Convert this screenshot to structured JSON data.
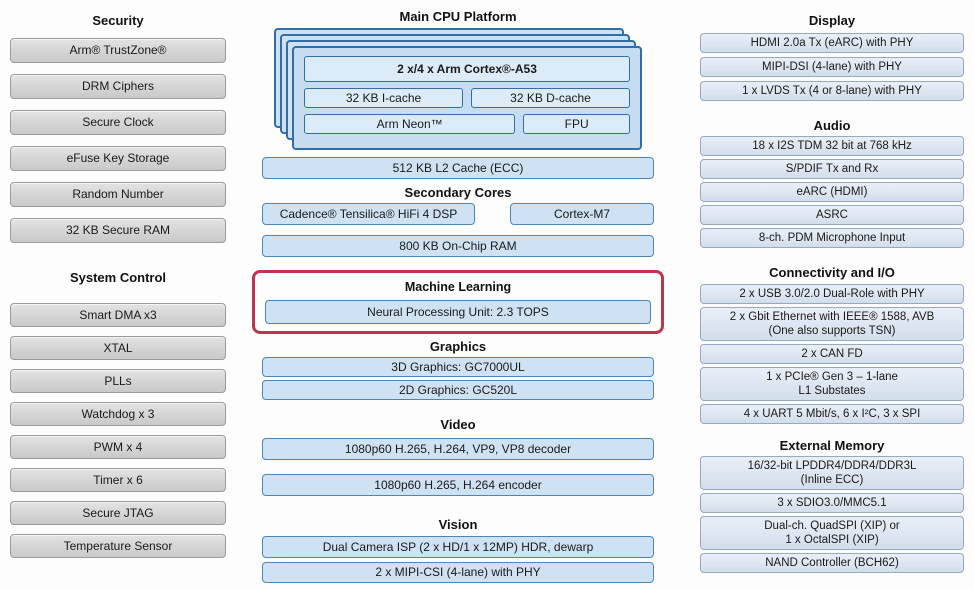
{
  "colors": {
    "accent_red": "#c0344d",
    "blue_fill": "#cfe2f3",
    "blue_border": "#4c86b8",
    "blue_dark": "#2f6ea8",
    "blue_inner_fill": "#dcebf8",
    "gray_fill_top": "#e3e3e3",
    "gray_fill_bottom": "#c9c9c9",
    "gray_border": "#9b9b9b",
    "right_fill_top": "#e9eff7",
    "right_fill_bottom": "#d3deeb",
    "right_border": "#97a9bd"
  },
  "left": {
    "sections": [
      {
        "title": "Security",
        "items": [
          "Arm® TrustZone®",
          "DRM Ciphers",
          "Secure Clock",
          "eFuse Key Storage",
          "Random Number",
          "32 KB Secure RAM"
        ]
      },
      {
        "title": "System Control",
        "items": [
          "Smart DMA x3",
          "XTAL",
          "PLLs",
          "Watchdog x 3",
          "PWM x 4",
          "Timer x 6",
          "Secure JTAG",
          "Temperature Sensor"
        ]
      }
    ]
  },
  "center": {
    "cpu": {
      "title": "Main CPU Platform",
      "core": "2 x/4 x Arm Cortex®-A53",
      "icache": "32 KB I-cache",
      "dcache": "32 KB D-cache",
      "neon": "Arm Neon™",
      "fpu": "FPU",
      "l2": "512 KB L2 Cache (ECC)"
    },
    "secondary": {
      "title": "Secondary Cores",
      "dsp": "Cadence® Tensilica® HiFi 4 DSP",
      "m7": "Cortex-M7",
      "ram": "800 KB On-Chip RAM"
    },
    "ml": {
      "title": "Machine Learning",
      "npu": "Neural Processing Unit: 2.3 TOPS"
    },
    "graphics": {
      "title": "Graphics",
      "items": [
        "3D Graphics: GC7000UL",
        "2D Graphics: GC520L"
      ]
    },
    "video": {
      "title": "Video",
      "items": [
        "1080p60 H.265, H.264, VP9, VP8 decoder",
        "1080p60 H.265, H.264 encoder"
      ]
    },
    "vision": {
      "title": "Vision",
      "items": [
        "Dual Camera ISP (2 x HD/1 x 12MP) HDR, dewarp",
        "2 x MIPI-CSI (4-lane) with PHY"
      ]
    }
  },
  "right": {
    "sections": [
      {
        "title": "Display",
        "items": [
          "HDMI 2.0a Tx (eARC) with PHY",
          "MIPI-DSI (4-lane) with PHY",
          "1 x LVDS Tx (4 or 8-lane) with PHY"
        ]
      },
      {
        "title": "Audio",
        "items": [
          "18 x I2S TDM 32 bit at 768 kHz",
          "S/PDIF Tx and Rx",
          "eARC (HDMI)",
          "ASRC",
          "8-ch. PDM Microphone Input"
        ]
      },
      {
        "title": "Connectivity and I/O",
        "items": [
          "2 x USB 3.0/2.0 Dual-Role with PHY",
          "2 x Gbit Ethernet with IEEE® 1588, AVB\n(One also supports TSN)",
          "2 x CAN FD",
          "1 x PCIe® Gen 3 – 1-lane\nL1 Substates",
          "4 x UART 5 Mbit/s, 6 x I²C, 3 x SPI"
        ]
      },
      {
        "title": "External Memory",
        "items": [
          "16/32-bit LPDDR4/DDR4/DDR3L\n(Inline ECC)",
          "3 x SDIO3.0/MMC5.1",
          "Dual-ch. QuadSPI (XIP) or\n1 x OctalSPI (XIP)",
          "NAND Controller (BCH62)"
        ]
      }
    ]
  }
}
